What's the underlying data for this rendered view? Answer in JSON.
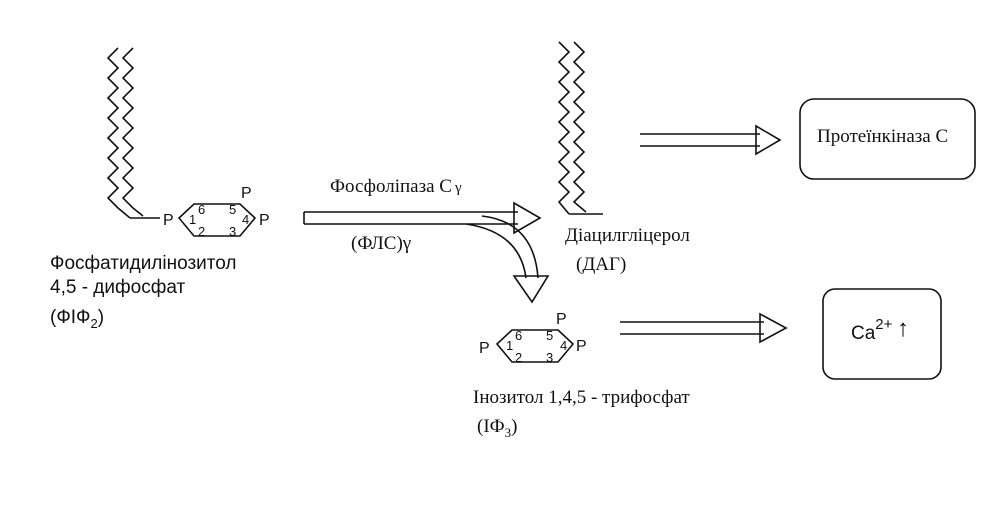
{
  "pip2": {
    "name_line1": "Фосфатидилінозитол",
    "name_line2": "4,5 - дифосфат",
    "abbr": "(ФІФ",
    "abbr_sub": "2",
    "abbr_close": ")"
  },
  "ring_labels": {
    "p": "P",
    "n1": "1",
    "n2": "2",
    "n3": "3",
    "n4": "4",
    "n5": "5",
    "n6": "6"
  },
  "enzyme": {
    "name": "Фосфоліпаза С",
    "gamma": "γ",
    "abbr": "(ФЛС)γ"
  },
  "dag": {
    "name": "Діацилгліцерол",
    "abbr": "(ДАГ)"
  },
  "ip3": {
    "name": "Інозитол 1,4,5 - трифосфат",
    "abbr": "(ІФ",
    "abbr_sub": "3",
    "abbr_close": ")"
  },
  "targets": {
    "pkc": "Протеїнкіназа С",
    "ca_base": "Ca",
    "ca_sup": "2+",
    "ca_arrow": "↑"
  }
}
